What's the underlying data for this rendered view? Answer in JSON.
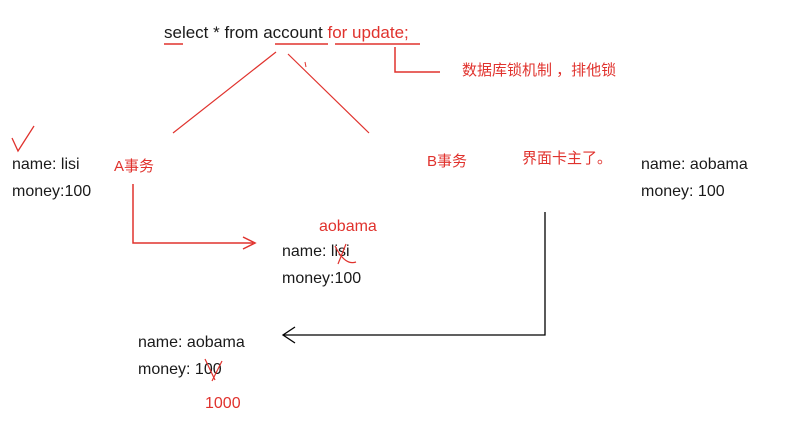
{
  "query": {
    "prefix": "select * from account",
    "highlight": "for update;"
  },
  "lock_note": "数据库锁机制 ，排他锁",
  "tx_a": {
    "label": "A事务"
  },
  "tx_b": {
    "label": "B事务",
    "note": "界面卡主了。"
  },
  "record_left": {
    "name": "name: lisi",
    "money": "money:100"
  },
  "record_right": {
    "name": "name: aobama",
    "money": "money: 100"
  },
  "record_middle": {
    "annotation": "aobama",
    "name": "name: lisi",
    "money": "money:100"
  },
  "record_bottom": {
    "name": "name: aobama",
    "money": "money: 100",
    "annotation": "1000"
  },
  "colors": {
    "annotation": "#e0322d",
    "text": "#1a1a1a",
    "line": "#000000"
  }
}
